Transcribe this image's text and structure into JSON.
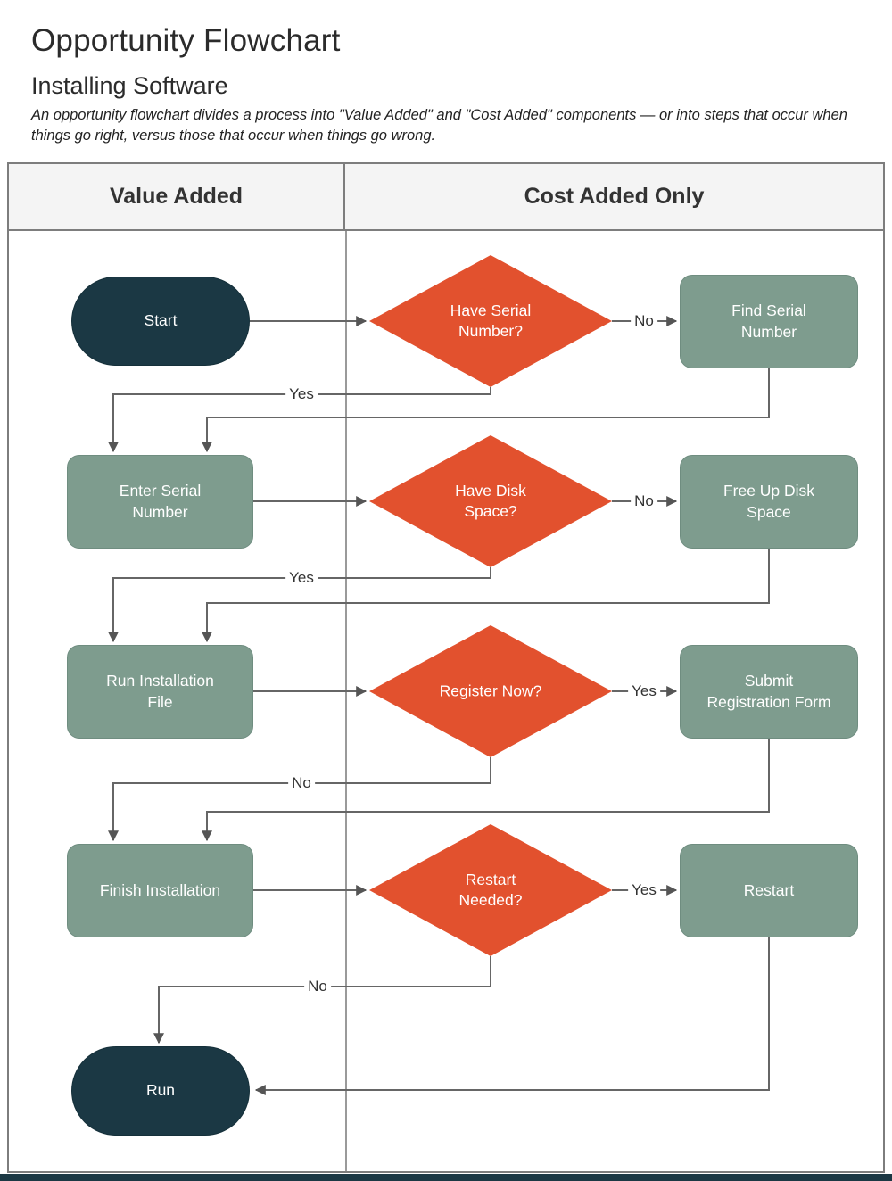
{
  "page": {
    "title": "Opportunity Flowchart",
    "subtitle": "Installing Software",
    "description": "An opportunity flowchart divides a process into \"Value Added\" and \"Cost Added\" components — or into steps that occur when things go right, versus those that occur when things go wrong."
  },
  "table": {
    "columns": [
      {
        "label": "Value Added"
      },
      {
        "label": "Cost Added Only"
      }
    ]
  },
  "nodes": {
    "start": {
      "label": "Start",
      "type": "terminator",
      "column": "value_added"
    },
    "have_serial": {
      "label": "Have Serial\nNumber?",
      "type": "decision",
      "column": "cost_added_only"
    },
    "find_serial": {
      "label": "Find Serial\nNumber",
      "type": "process",
      "column": "cost_added_only"
    },
    "enter_serial": {
      "label": "Enter Serial\nNumber",
      "type": "process",
      "column": "value_added"
    },
    "have_disk": {
      "label": "Have Disk\nSpace?",
      "type": "decision",
      "column": "cost_added_only"
    },
    "free_disk": {
      "label": "Free Up Disk\nSpace",
      "type": "process",
      "column": "cost_added_only"
    },
    "run_install": {
      "label": "Run Installation\nFile",
      "type": "process",
      "column": "value_added"
    },
    "register_now": {
      "label": "Register Now?",
      "type": "decision",
      "column": "cost_added_only"
    },
    "submit_reg": {
      "label": "Submit\nRegistration Form",
      "type": "process",
      "column": "cost_added_only"
    },
    "finish_install": {
      "label": "Finish Installation",
      "type": "process",
      "column": "value_added"
    },
    "restart_needed": {
      "label": "Restart\nNeeded?",
      "type": "decision",
      "column": "cost_added_only"
    },
    "restart": {
      "label": "Restart",
      "type": "process",
      "column": "cost_added_only"
    },
    "run": {
      "label": "Run",
      "type": "terminator",
      "column": "value_added"
    }
  },
  "edges": [
    {
      "from": "start",
      "to": "have_serial",
      "label": ""
    },
    {
      "from": "have_serial",
      "to": "find_serial",
      "label": "No"
    },
    {
      "from": "have_serial",
      "to": "enter_serial",
      "label": "Yes"
    },
    {
      "from": "find_serial",
      "to": "enter_serial",
      "label": ""
    },
    {
      "from": "enter_serial",
      "to": "have_disk",
      "label": ""
    },
    {
      "from": "have_disk",
      "to": "free_disk",
      "label": "No"
    },
    {
      "from": "have_disk",
      "to": "run_install",
      "label": "Yes"
    },
    {
      "from": "free_disk",
      "to": "run_install",
      "label": ""
    },
    {
      "from": "run_install",
      "to": "register_now",
      "label": ""
    },
    {
      "from": "register_now",
      "to": "submit_reg",
      "label": "Yes"
    },
    {
      "from": "register_now",
      "to": "finish_install",
      "label": "No"
    },
    {
      "from": "submit_reg",
      "to": "finish_install",
      "label": ""
    },
    {
      "from": "finish_install",
      "to": "restart_needed",
      "label": ""
    },
    {
      "from": "restart_needed",
      "to": "restart",
      "label": "Yes"
    },
    {
      "from": "restart_needed",
      "to": "run",
      "label": "No"
    },
    {
      "from": "restart",
      "to": "run",
      "label": ""
    }
  ],
  "colors": {
    "node_dark": "#1b3844",
    "node_green": "#7e9c8e",
    "node_orange": "#e2512e",
    "connector": "#666666",
    "arrowhead": "#555555",
    "table_border": "#7d7d7d",
    "header_bg": "#f4f4f4",
    "header_text": "#333333",
    "text_dark": "#2b2b2b",
    "bottom_bar": "#1b3844"
  }
}
